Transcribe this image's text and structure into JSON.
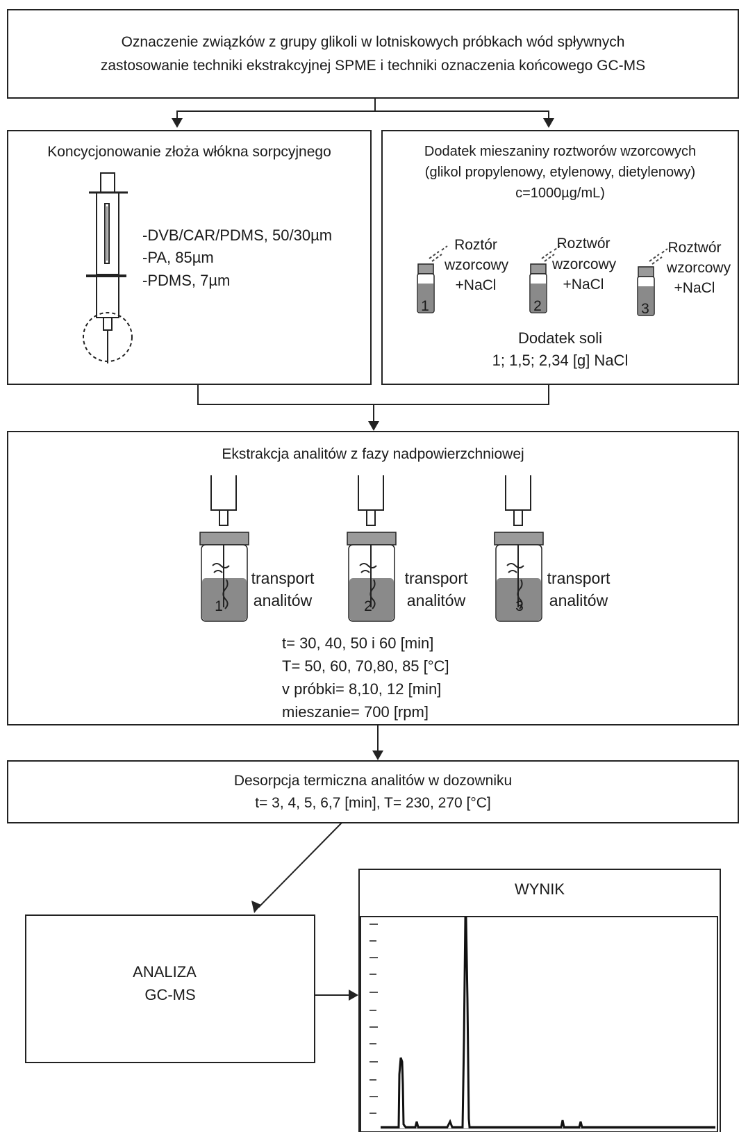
{
  "title_box": {
    "line1": "Oznaczenie związków z grupy glikoli w lotniskowych próbkach wód spływnych",
    "line2": "zastosowanie techniki ekstrakcyjnej SPME i techniki oznaczenia końcowego GC-MS"
  },
  "conditioning": {
    "heading": "Koncycjonowanie złoża włókna sorpcyjnego",
    "fibers": [
      "-DVB/CAR/PDMS, 50/30µm",
      "-PA, 85µm",
      "-PDMS, 7µm"
    ]
  },
  "standards": {
    "line1": "Dodatek mieszaniny roztworów wzorcowych",
    "line2": "(glikol propylenowy, etylenowy, dietylenowy)",
    "line3": "c=1000µg/mL)",
    "vials": [
      {
        "number": "1",
        "l1": "Roztór",
        "l2": "wzorcowy",
        "l3": "+NaCl"
      },
      {
        "number": "2",
        "l1": "Roztwór",
        "l2": "wzorcowy",
        "l3": "+NaCl"
      },
      {
        "number": "3",
        "l1": "Roztwór",
        "l2": "wzorcowy",
        "l3": "+NaCl"
      }
    ],
    "salt_line1": "Dodatek soli",
    "salt_line2": "1; 1,5; 2,34 [g] NaCl"
  },
  "extraction": {
    "heading": "Ekstrakcja analitów z fazy nadpowierzchniowej",
    "vials": [
      {
        "number": "1",
        "l1": "transport",
        "l2": "analitów"
      },
      {
        "number": "2",
        "l1": "transport",
        "l2": "analitów"
      },
      {
        "number": "3",
        "l1": "transport",
        "l2": "analitów"
      }
    ],
    "params": [
      "t= 30, 40, 50 i 60  [min]",
      "T= 50, 60, 70,80, 85 [°C]",
      "v próbki= 8,10, 12 [min]",
      "mieszanie= 700 [rpm]"
    ]
  },
  "desorption": {
    "line1": "Desorpcja termiczna analitów w dozowniku",
    "line2": "t= 3, 4, 5, 6,7 [min], T= 230, 270 [°C]"
  },
  "analysis": {
    "line1": "ANALIZA",
    "line2": "GC-MS"
  },
  "result": {
    "title": "WYNIK"
  },
  "colors": {
    "line": "#222222",
    "liquid": "#8a8a8a",
    "cap": "#9a9a9a"
  }
}
